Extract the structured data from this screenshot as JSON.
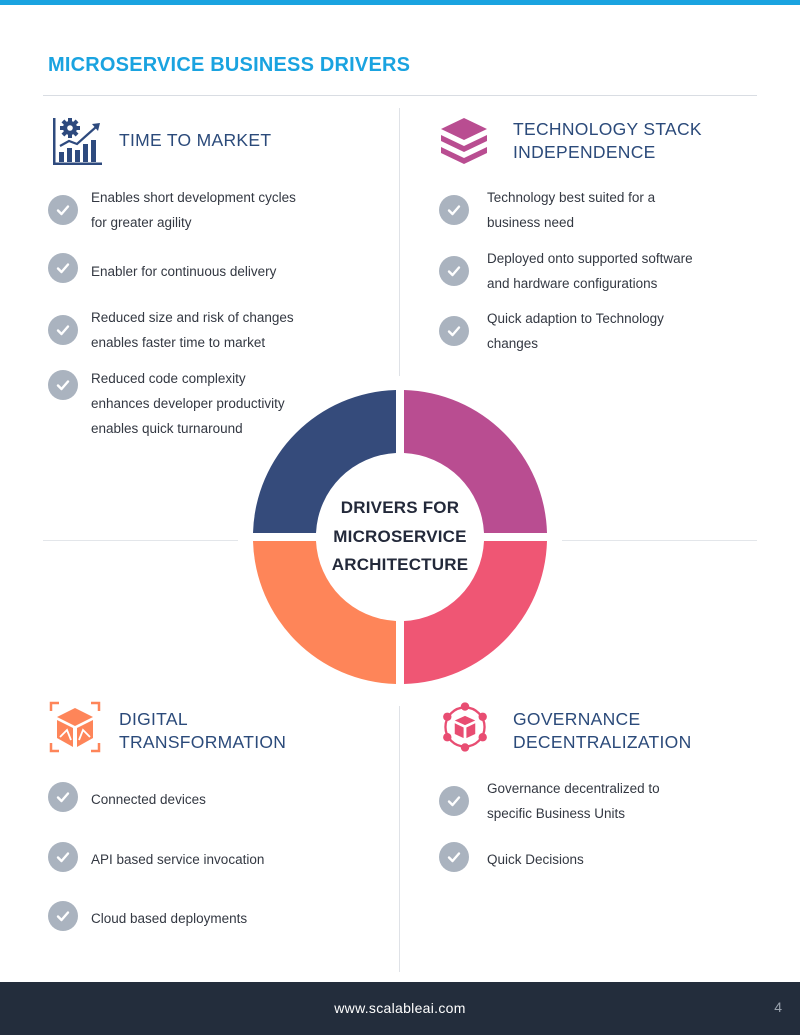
{
  "page_title": "MICROSERVICE BUSINESS DRIVERS",
  "colors": {
    "accent": "#1aa3e0",
    "heading": "#2b4a7a",
    "navy": "#354b7b",
    "magenta": "#b94d91",
    "orange": "#fe8559",
    "pink": "#ef5674",
    "check_bg": "#aab3bf",
    "footer_bg": "#232d3c"
  },
  "sections": {
    "time_to_market": {
      "icon": "bar-chart-gear-icon",
      "heading_lines": [
        "TIME TO MARKET"
      ],
      "items": [
        [
          "Enables short development cycles",
          "for greater agility"
        ],
        [
          "Enabler for continuous delivery"
        ],
        [
          "Reduced size and risk of changes",
          "enables faster time to market"
        ],
        [
          "Reduced code complexity",
          "enhances developer productivity",
          "enables quick turnaround"
        ]
      ]
    },
    "technology_stack": {
      "icon": "layers-stack-icon",
      "heading_lines": [
        "TECHNOLOGY STACK",
        "INDEPENDENCE"
      ],
      "items": [
        [
          "Technology best suited for a",
          "business need"
        ],
        [
          "Deployed onto supported software",
          "and hardware configurations"
        ],
        [
          "Quick adaption to Technology",
          "changes"
        ]
      ]
    },
    "digital_transformation": {
      "icon": "cube-frame-icon",
      "heading_lines": [
        "DIGITAL",
        "TRANSFORMATION"
      ],
      "items": [
        [
          "Connected devices"
        ],
        [
          "API based service invocation"
        ],
        [
          "Cloud based deployments"
        ]
      ]
    },
    "governance": {
      "icon": "network-cube-icon",
      "heading_lines": [
        "GOVERNANCE",
        "DECENTRALIZATION"
      ],
      "items": [
        [
          "Governance decentralized to",
          "specific Business Units"
        ],
        [
          "Quick  Decisions"
        ]
      ]
    }
  },
  "center_label_lines": [
    "DRIVERS FOR",
    "MICROSERVICE",
    "ARCHITECTURE"
  ],
  "footer": {
    "url": "www.scalableai.com",
    "page_number": "4"
  }
}
